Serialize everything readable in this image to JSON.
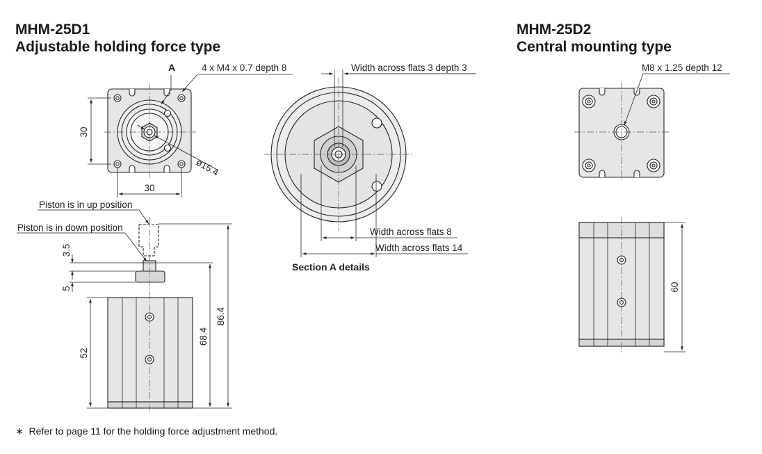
{
  "left_model": {
    "title": "MHM-25D1",
    "subtitle": "Adjustable holding force type"
  },
  "right_model": {
    "title": "MHM-25D2",
    "subtitle": "Central mounting type"
  },
  "labels": {
    "section_marker": "A",
    "tapped_holes": "4 x M4 x 0.7 depth 8",
    "width_flats_3": "Width across flats 3 depth 3",
    "piston_up": "Piston is in up position",
    "piston_down": "Piston is in down position",
    "width_flats_8": "Width across flats 8",
    "width_flats_14": "Width across flats 14",
    "section_title": "Section A details",
    "center_tap": "M8 x 1.25 depth 12"
  },
  "dimensions": {
    "top_height": "30",
    "top_width": "30",
    "diameter": "ø15.4",
    "stroke_up": "3.5",
    "stroke_down": "5",
    "body_height": "52",
    "overall_down": "68.4",
    "overall_up": "86.4",
    "right_body_height": "60"
  },
  "footnote": {
    "mark": "∗",
    "text": "Refer to page 11 for the holding force adjustment method."
  },
  "colors": {
    "body_fill": "#e6e6e6",
    "line": "#222222",
    "center_line": "#555555"
  }
}
